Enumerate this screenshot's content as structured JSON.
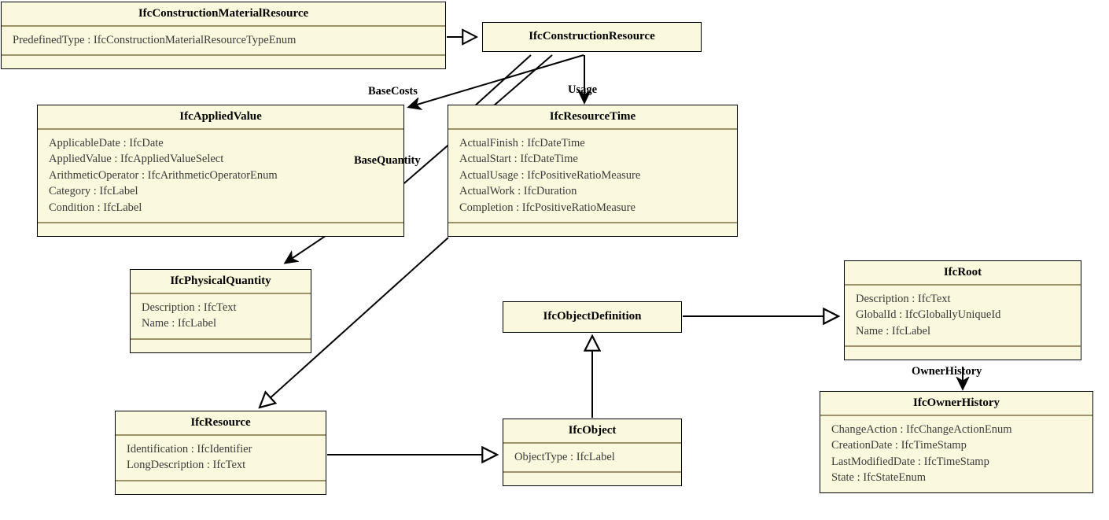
{
  "diagram": {
    "title": "IFC UML Class Diagram",
    "colors": {
      "class_fill": "#FBF9DD",
      "class_border": "#000000",
      "compartment_separator": "#9C9468",
      "edge": "#000000",
      "attribute_text": "#3A3A3A",
      "background": "#FFFFFF"
    }
  },
  "classes": [
    {
      "id": "constructionmaterialresource",
      "name": "IfcConstructionMaterialResource",
      "attributes": [
        "PredefinedType : IfcConstructionMaterialResourceTypeEnum"
      ],
      "operations": []
    },
    {
      "id": "constructionresource",
      "name": "IfcConstructionResource",
      "attributes": [],
      "operations": []
    },
    {
      "id": "appliedvalue",
      "name": "IfcAppliedValue",
      "attributes": [
        "ApplicableDate : IfcDate",
        "AppliedValue : IfcAppliedValueSelect",
        "ArithmeticOperator : IfcArithmeticOperatorEnum",
        "Category : IfcLabel",
        "Condition : IfcLabel"
      ],
      "operations": []
    },
    {
      "id": "resourcetime",
      "name": "IfcResourceTime",
      "attributes": [
        "ActualFinish : IfcDateTime",
        "ActualStart : IfcDateTime",
        "ActualUsage : IfcPositiveRatioMeasure",
        "ActualWork : IfcDuration",
        "Completion : IfcPositiveRatioMeasure"
      ],
      "operations": []
    },
    {
      "id": "physicalquantity",
      "name": "IfcPhysicalQuantity",
      "attributes": [
        "Description : IfcText",
        "Name : IfcLabel"
      ],
      "operations": []
    },
    {
      "id": "objectdefinition",
      "name": "IfcObjectDefinition",
      "attributes": [],
      "operations": []
    },
    {
      "id": "root",
      "name": "IfcRoot",
      "attributes": [
        "Description : IfcText",
        "GlobalId : IfcGloballyUniqueId",
        "Name : IfcLabel"
      ],
      "operations": []
    },
    {
      "id": "ownerhistory",
      "name": "IfcOwnerHistory",
      "attributes": [
        "ChangeAction : IfcChangeActionEnum",
        "CreationDate : IfcTimeStamp",
        "LastModifiedDate : IfcTimeStamp",
        "State : IfcStateEnum"
      ],
      "operations": []
    },
    {
      "id": "resource",
      "name": "IfcResource",
      "attributes": [
        "Identification : IfcIdentifier",
        "LongDescription : IfcText"
      ],
      "operations": []
    },
    {
      "id": "object",
      "name": "IfcObject",
      "attributes": [
        "ObjectType : IfcLabel"
      ],
      "operations": []
    }
  ],
  "edges": [
    {
      "id": "gen-material-to-construction",
      "from": "IfcConstructionMaterialResource",
      "to": "IfcConstructionResource",
      "kind": "generalization",
      "label": ""
    },
    {
      "id": "assoc-basecosts",
      "from": "IfcConstructionResource",
      "to": "IfcAppliedValue",
      "kind": "association",
      "label": "BaseCosts"
    },
    {
      "id": "assoc-basequantity",
      "from": "IfcConstructionResource",
      "to": "IfcPhysicalQuantity",
      "kind": "association",
      "label": "BaseQuantity"
    },
    {
      "id": "gen-construction-to-resource",
      "from": "IfcConstructionResource",
      "to": "IfcResource",
      "kind": "generalization",
      "label": ""
    },
    {
      "id": "assoc-usage",
      "from": "IfcConstructionResource",
      "to": "IfcResourceTime",
      "kind": "association",
      "label": "Usage"
    },
    {
      "id": "gen-resource-to-object",
      "from": "IfcResource",
      "to": "IfcObject",
      "kind": "generalization",
      "label": ""
    },
    {
      "id": "gen-object-to-objectdefinition",
      "from": "IfcObject",
      "to": "IfcObjectDefinition",
      "kind": "generalization",
      "label": ""
    },
    {
      "id": "gen-objectdefinition-to-root",
      "from": "IfcObjectDefinition",
      "to": "IfcRoot",
      "kind": "generalization",
      "label": ""
    },
    {
      "id": "assoc-ownerhistory",
      "from": "IfcRoot",
      "to": "IfcOwnerHistory",
      "kind": "association",
      "label": "OwnerHistory"
    }
  ],
  "edge_labels": {
    "basecosts": "BaseCosts",
    "basequantity": "BaseQuantity",
    "usage": "Usage",
    "ownerhistory": "OwnerHistory"
  }
}
